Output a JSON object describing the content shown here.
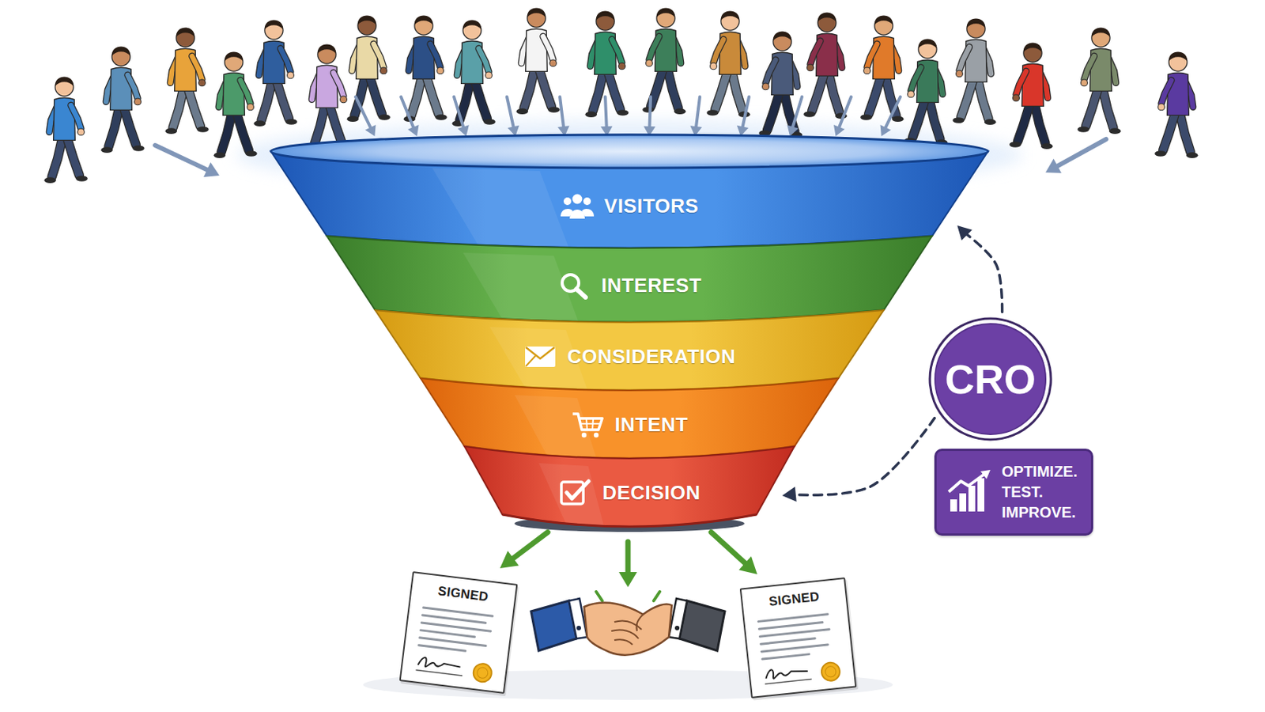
{
  "diagram": {
    "nodes": [
      {
        "text": [
          "VISITORS"
        ]
      },
      {
        "text": [
          "INTEREST"
        ]
      },
      {
        "text": [
          "CONSIDERATION"
        ]
      },
      {
        "text": [
          "INTENT"
        ]
      },
      {
        "text": [
          "DECISION"
        ]
      },
      {
        "text": [
          "CRO"
        ]
      },
      {
        "text": [
          "OPTIMIZE. TEST. IMPROVE."
        ]
      },
      {
        "text": [
          "SIGNED"
        ]
      },
      {
        "text": [
          "SIGNED"
        ]
      }
    ],
    "edges": [
      {
        "from": 5,
        "to": 0,
        "arrow": "to"
      },
      {
        "from": 5,
        "to": 4,
        "arrow": "to"
      },
      {
        "from": 4,
        "to": 7,
        "arrow": "to"
      },
      {
        "from": 4,
        "to": 8,
        "arrow": "to"
      }
    ]
  }
}
